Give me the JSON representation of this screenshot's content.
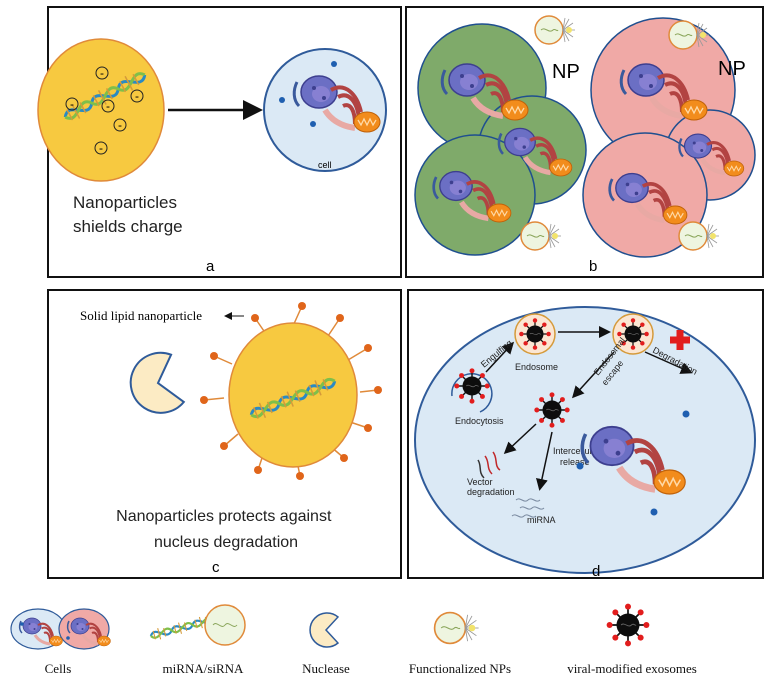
{
  "panel_a": {
    "caption": "Nanoparticles\nshields charge",
    "cell_label": "cell",
    "panel_letter": "a",
    "charge_symbol": "-"
  },
  "panel_b": {
    "np_left": "NP",
    "np_right": "NP",
    "panel_letter": "b"
  },
  "panel_c": {
    "sln_label": "Solid lipid nanoparticle",
    "caption": "Nanoparticles protects against\nnucleus degradation",
    "panel_letter": "c"
  },
  "panel_d": {
    "labels": {
      "engulfing": "Engulfing",
      "endosome": "Endosome",
      "degradation": "Degradation",
      "endosomal": "Endosomal",
      "escape": "escape",
      "endocytosis": "Endocytosis",
      "intercellular": "Intercellular",
      "release": "release",
      "vector1": "Vector",
      "vector2": "degradation",
      "mirna": "miRNA"
    },
    "panel_letter": "d"
  },
  "legend": {
    "items": [
      {
        "label": "Cells"
      },
      {
        "label": "miRNA/siRNA"
      },
      {
        "label": "Nuclease"
      },
      {
        "label": "Functionalized NPs"
      },
      {
        "label": "viral-modified exosomes"
      }
    ]
  },
  "colors": {
    "np_yellow": "#f7c940",
    "cell_blue": "#dbe9f5",
    "cell_green": "#7faa6a",
    "cell_pink": "#f0a9a6",
    "exosome_red": "#e21d1d",
    "border": "#1a1a1a"
  }
}
